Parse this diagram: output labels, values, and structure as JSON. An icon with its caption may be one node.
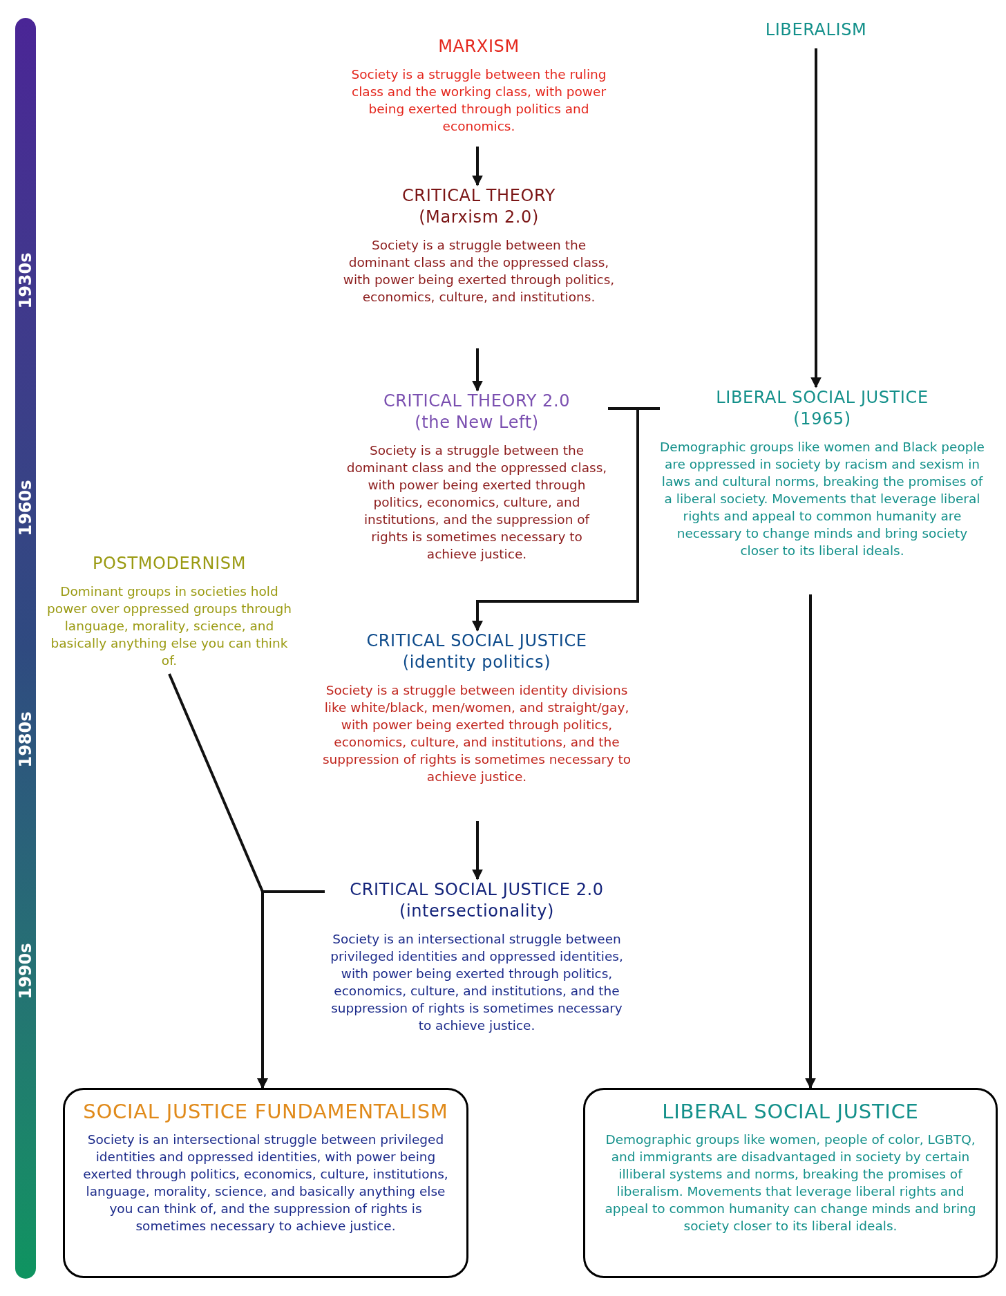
{
  "diagram": {
    "nodes": [
      {
        "text": [
          "MARXISM",
          "Society is a struggle between the ruling class and the working class, with power being exerted through politics and economics."
        ]
      },
      {
        "text": [
          "LIBERALISM"
        ]
      },
      {
        "text": [
          "CRITICAL THEORY",
          "(Marxism 2.0)",
          "Society is a struggle between the dominant class and the oppressed class, with power being exerted through politics, economics, culture, and institutions."
        ]
      },
      {
        "text": [
          "CRITICAL THEORY 2.0",
          "(the New Left)",
          "Society is a struggle between the dominant class and the oppressed class, with power being exerted through politics, economics, culture, and institutions, and the suppression of rights is sometimes necessary to achieve justice."
        ]
      },
      {
        "text": [
          "LIBERAL SOCIAL JUSTICE",
          "(1965)",
          "Demographic groups like women and Black people are oppressed in society by racism and sexism in laws and cultural norms, breaking the promises of a liberal society. Movements that leverage liberal rights and appeal to common humanity are necessary to change minds and bring society closer to its liberal ideals."
        ]
      },
      {
        "text": [
          "POSTMODERNISM",
          "Dominant groups in societies hold power over oppressed groups through language, morality, science, and basically anything else you can think of."
        ]
      },
      {
        "text": [
          "CRITICAL SOCIAL JUSTICE",
          "(identity politics)",
          "Society is a struggle between identity divisions like white/black, men/women, and straight/gay, with power being exerted through politics, economics, culture, and institutions, and the suppression of rights is sometimes necessary to achieve justice."
        ]
      },
      {
        "text": [
          "CRITICAL SOCIAL JUSTICE 2.0",
          "(intersectionality)",
          "Society is an intersectional struggle between privileged identities and oppressed identities, with power being exerted through politics, economics, culture, and institutions, and the suppression of rights is sometimes necessary to achieve justice."
        ]
      },
      {
        "text": [
          "SOCIAL JUSTICE FUNDAMENTALISM",
          "Society is an intersectional struggle between privileged identities and oppressed identities, with power being exerted through politics, economics, culture, institutions, language, morality, science, and basically anything else you can think of, and the suppression of rights is sometimes necessary to achieve justice."
        ]
      },
      {
        "text": [
          "LIBERAL SOCIAL JUSTICE",
          "Demographic groups like women, people of color, LGBTQ, and immigrants are disadvantaged in society by certain illiberal systems and norms, breaking the promises of liberalism. Movements that leverage liberal rights and appeal to common humanity can change minds and bring society closer to its liberal ideals."
        ]
      }
    ],
    "edges": [
      {
        "from": 0,
        "to": 2,
        "arrow": "to"
      },
      {
        "from": 2,
        "to": 3,
        "arrow": "to"
      },
      {
        "from": 1,
        "to": 4,
        "arrow": "to"
      },
      {
        "from": 3,
        "to": 6,
        "arrow": "to"
      },
      {
        "from": 4,
        "to": 6,
        "arrow": "to"
      },
      {
        "from": 6,
        "to": 7,
        "arrow": "to"
      },
      {
        "from": 5,
        "to": 8,
        "arrow": "to"
      },
      {
        "from": 7,
        "to": 8,
        "arrow": "to"
      },
      {
        "from": 4,
        "to": 9,
        "arrow": "to"
      }
    ],
    "labels": [
      "1930s",
      "1960s",
      "1980s",
      "1990s"
    ]
  }
}
